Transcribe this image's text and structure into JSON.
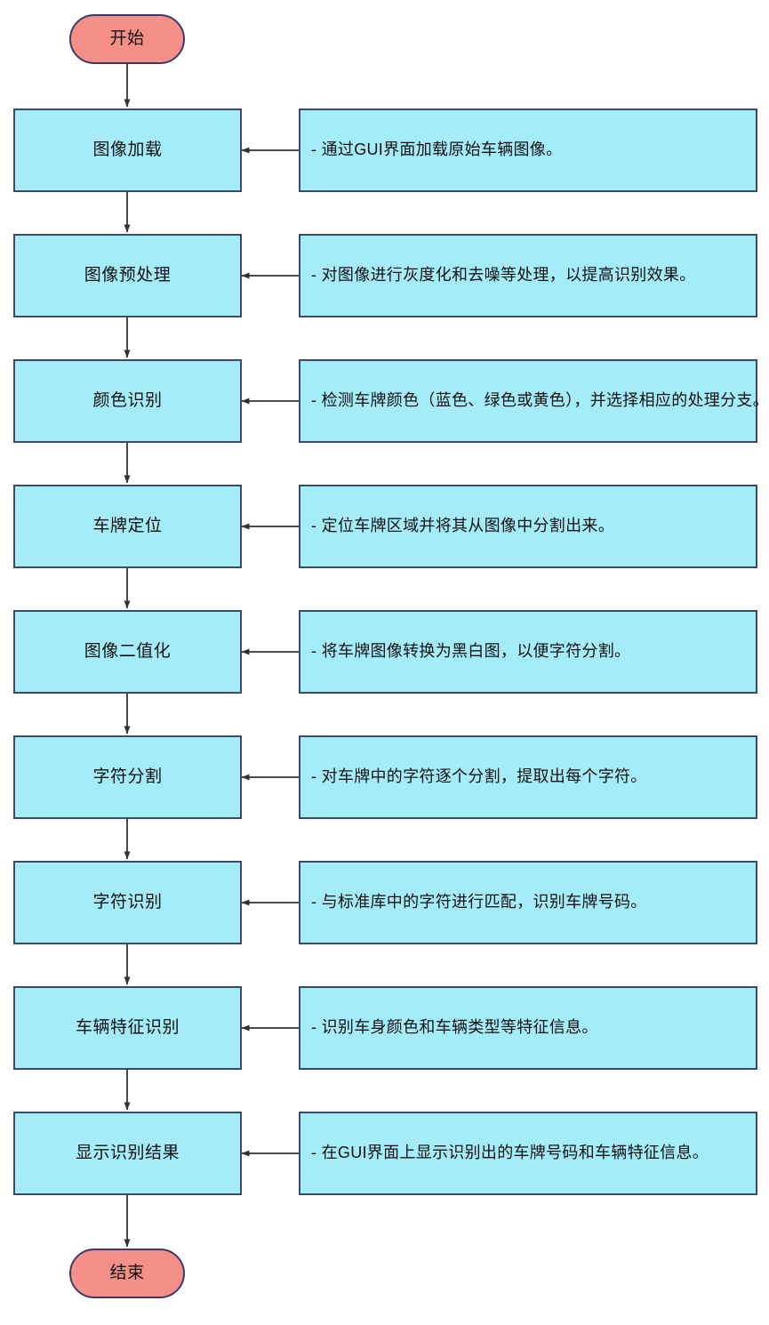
{
  "diagram": {
    "title": "车牌识别系统处理流程图",
    "type": "flowchart",
    "direction": "top-to-bottom",
    "colors": {
      "process_fill": "#a5ecfb",
      "process_stroke": "#3b4a66",
      "terminator_fill": "#f59088",
      "terminator_stroke": "#3b3a6b",
      "edge_stroke": "#333333",
      "text": "#111111",
      "background": "#ffffff"
    },
    "start": {
      "label": "开始"
    },
    "end": {
      "label": "结束"
    },
    "steps": [
      {
        "label": "图像加载",
        "note": "- 通过GUI界面加载原始车辆图像。"
      },
      {
        "label": "图像预处理",
        "note": "- 对图像进行灰度化和去噪等处理，以提高识别效果。"
      },
      {
        "label": "颜色识别",
        "note": "- 检测车牌颜色（蓝色、绿色或黄色），并选择相应的处理分支。"
      },
      {
        "label": "车牌定位",
        "note": "- 定位车牌区域并将其从图像中分割出来。"
      },
      {
        "label": "图像二值化",
        "note": "- 将车牌图像转换为黑白图，以便字符分割。"
      },
      {
        "label": "字符分割",
        "note": "- 对车牌中的字符逐个分割，提取出每个字符。"
      },
      {
        "label": "字符识别",
        "note": "- 与标准库中的字符进行匹配，识别车牌号码。"
      },
      {
        "label": "车辆特征识别",
        "note": "- 识别车身颜色和车辆类型等特征信息。"
      },
      {
        "label": "显示识别结果",
        "note": "- 在GUI界面上显示识别出的车牌号码和车辆特征信息。"
      }
    ]
  }
}
